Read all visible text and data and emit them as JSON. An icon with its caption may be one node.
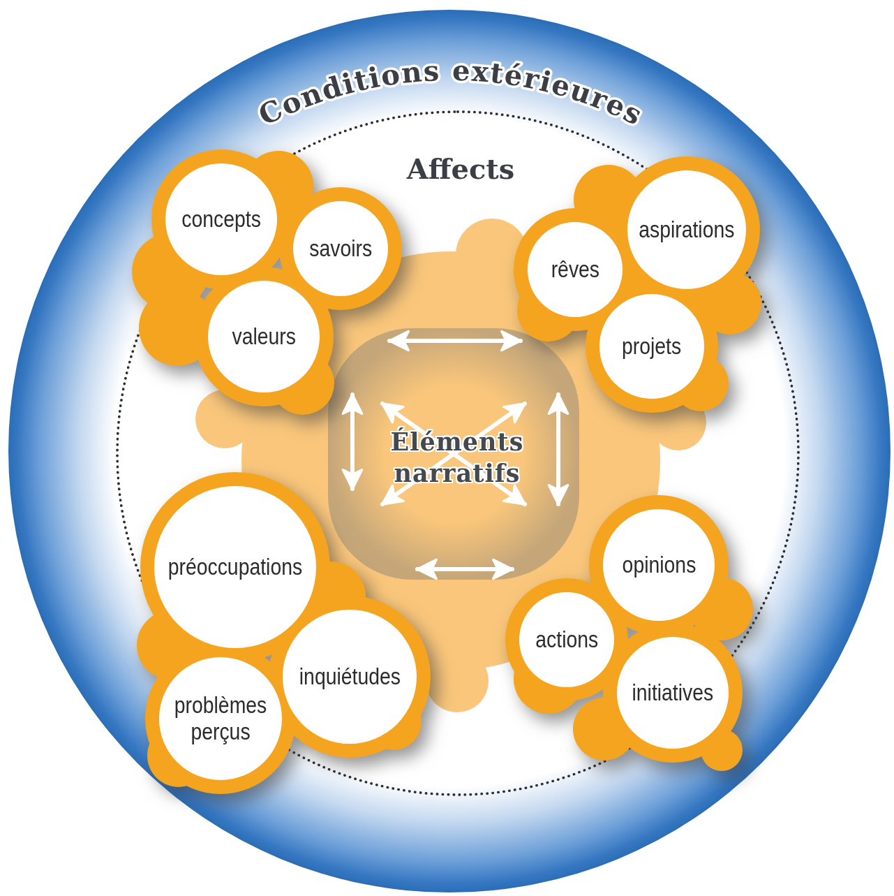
{
  "diagram": {
    "nodes": [
      {
        "text": [
          "Conditions extérieures"
        ]
      },
      {
        "text": [
          "Affects"
        ],
        "in": 0
      },
      {
        "text": [
          "Éléments narratifs"
        ],
        "in": 1
      },
      {
        "text": [],
        "shape": "cloud",
        "in": 1
      },
      {
        "text": [
          "concepts"
        ],
        "in": 3
      },
      {
        "text": [
          "savoirs"
        ],
        "in": 3
      },
      {
        "text": [
          "valeurs"
        ],
        "in": 3
      },
      {
        "text": [],
        "shape": "cloud",
        "in": 1
      },
      {
        "text": [
          "aspirations"
        ],
        "in": 7
      },
      {
        "text": [
          "rêves"
        ],
        "in": 7
      },
      {
        "text": [
          "projets"
        ],
        "in": 7
      },
      {
        "text": [],
        "shape": "cloud",
        "in": 1
      },
      {
        "text": [
          "préoccupations"
        ],
        "in": 11
      },
      {
        "text": [
          "inquiétudes"
        ],
        "in": 11
      },
      {
        "text": [
          "problèmes perçus"
        ],
        "in": 11
      },
      {
        "text": [],
        "shape": "cloud",
        "in": 1
      },
      {
        "text": [
          "opinions"
        ],
        "in": 15
      },
      {
        "text": [
          "actions"
        ],
        "in": 15
      },
      {
        "text": [
          "initiatives"
        ],
        "in": 15
      }
    ],
    "edges": [
      {
        "from": 3,
        "to": 7,
        "arrow": "both"
      },
      {
        "from": 3,
        "to": 11,
        "arrow": "both"
      },
      {
        "from": 7,
        "to": 15,
        "arrow": "both"
      },
      {
        "from": 11,
        "to": 15,
        "arrow": "both"
      },
      {
        "from": 3,
        "to": 15,
        "arrow": "both"
      },
      {
        "from": 7,
        "to": 11,
        "arrow": "both"
      }
    ]
  }
}
